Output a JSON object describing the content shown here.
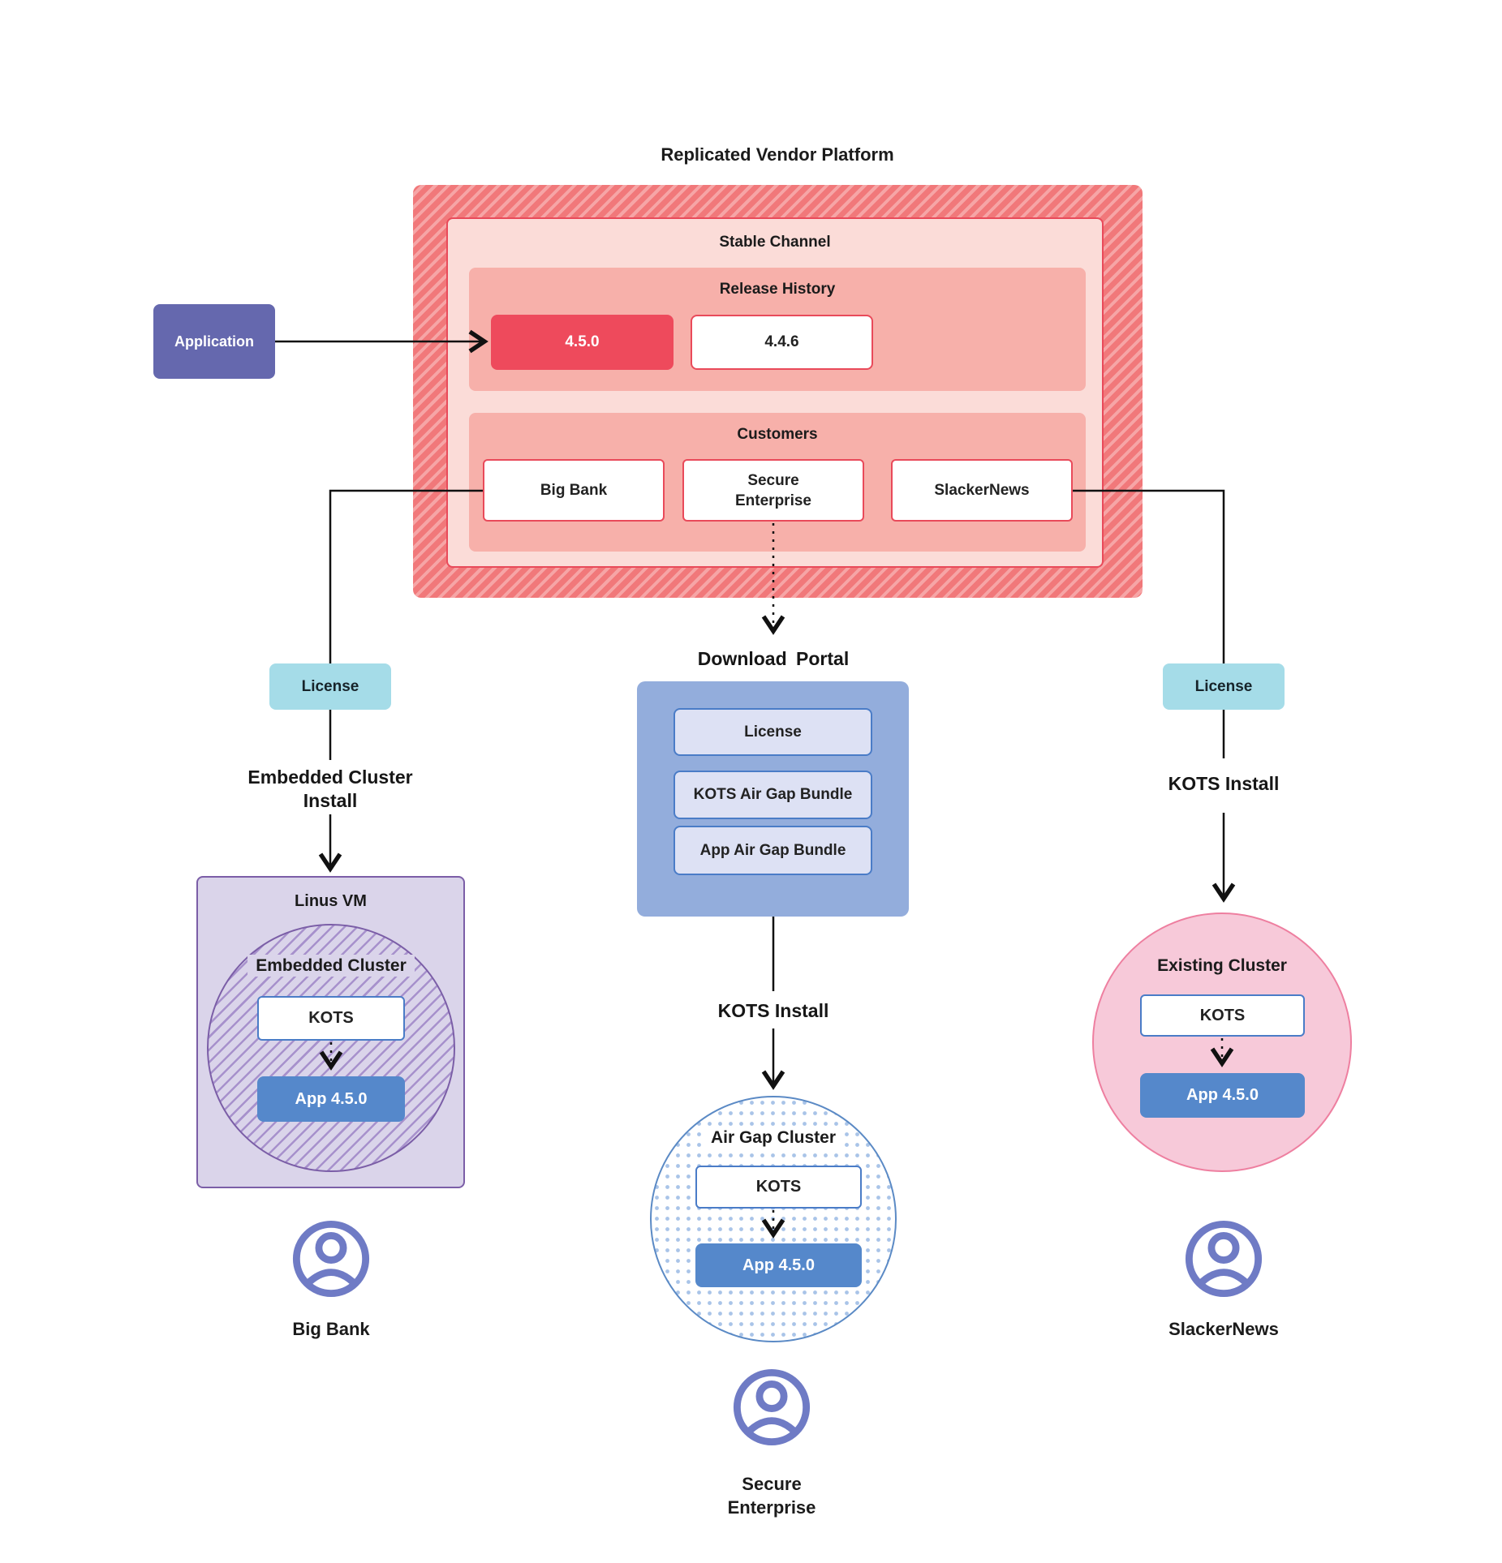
{
  "title": "Replicated Vendor Platform",
  "colors": {
    "platform_hatch_base": "#F1787A",
    "platform_hatch_stripe": "#F6A5A6",
    "stable_channel_bg": "#FBDCD8",
    "section_bg": "#F7B0AA",
    "red_border": "#E94A5A",
    "release_highlight_bg": "#EE4A5C",
    "application_bg": "#6568AE",
    "license_bg": "#A5DCE8",
    "portal_bg": "#93ADDC",
    "portal_item_bg": "#DDE1F4",
    "blue_border": "#4A7CC7",
    "app_box_bg": "#5588CB",
    "vm_bg": "#DAD4EA",
    "purple_border": "#7B5EA7",
    "purple_hatch_line": "#A791CC",
    "airgap_dot": "#A9C4E8",
    "pink_circle_bg": "#F7C9D9",
    "pink_circle_border": "#EE7FA0",
    "person_icon": "#6F7BC5"
  },
  "platform": {
    "stable_channel": {
      "label": "Stable Channel",
      "release_history": {
        "label": "Release History",
        "releases": [
          {
            "version": "4.5.0",
            "highlighted": true
          },
          {
            "version": "4.4.6",
            "highlighted": false
          }
        ]
      },
      "customers": {
        "label": "Customers",
        "items": [
          "Big Bank",
          "Secure Enterprise",
          "SlackerNews"
        ]
      }
    }
  },
  "application": {
    "label": "Application"
  },
  "left_flow": {
    "license_label": "License",
    "install_line1": "Embedded Cluster",
    "install_line2": "Install",
    "vm": {
      "label": "Linus VM",
      "cluster_label": "Embedded Cluster",
      "kots_label": "KOTS",
      "app_label": "App 4.5.0"
    },
    "customer_icon": "person-icon",
    "customer_label": "Big Bank"
  },
  "middle_flow": {
    "portal_title": "Download Portal",
    "portal_items": [
      "License",
      "KOTS Air Gap Bundle",
      "App Air Gap Bundle"
    ],
    "install_label": "KOTS Install",
    "cluster": {
      "label": "Air Gap Cluster",
      "kots_label": "KOTS",
      "app_label": "App 4.5.0"
    },
    "customer_icon": "person-icon",
    "customer_label": "Secure Enterprise"
  },
  "right_flow": {
    "license_label": "License",
    "install_label": "KOTS Install",
    "cluster": {
      "label": "Existing Cluster",
      "kots_label": "KOTS",
      "app_label": "App 4.5.0"
    },
    "customer_icon": "person-icon",
    "customer_label": "SlackerNews"
  }
}
